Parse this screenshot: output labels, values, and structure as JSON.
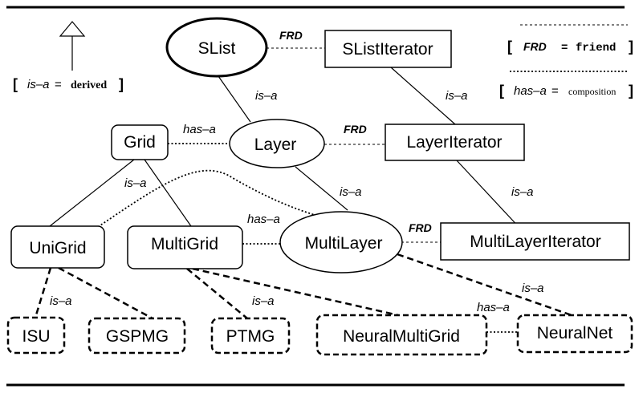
{
  "nodes": {
    "slist": "SList",
    "slist_iterator": "SListIterator",
    "grid": "Grid",
    "layer": "Layer",
    "layer_iterator": "LayerIterator",
    "unigrid": "UniGrid",
    "multigrid": "MultiGrid",
    "multilayer": "MultiLayer",
    "multilayer_iterator": "MultiLayerIterator",
    "isu": "ISU",
    "gspmg": "GSPMG",
    "ptmg": "PTMG",
    "neural_multigrid": "NeuralMultiGrid",
    "neuralnet": "NeuralNet"
  },
  "edge_labels": {
    "frd": "FRD",
    "is_a": "is–a",
    "has_a": "has–a"
  },
  "legend": {
    "open_bracket": "[",
    "close_bracket": "]",
    "equals": "=",
    "is_a_term": "is–a",
    "derived": "derived",
    "frd_term": "FRD",
    "friend": "friend",
    "has_a_term": "has–a",
    "composition": "composition"
  }
}
